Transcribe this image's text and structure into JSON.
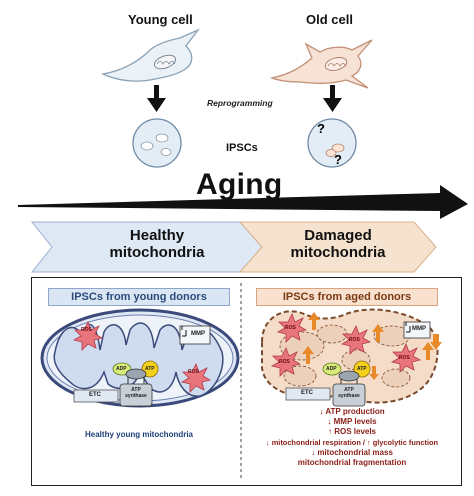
{
  "top": {
    "young_cell_label": "Young cell",
    "old_cell_label": "Old cell",
    "reprogramming_label": "Reprogramming",
    "ipscs_label": "IPSCs",
    "question_mark": "?"
  },
  "aging_label": "Aging",
  "stages": {
    "healthy": "Healthy\nmitochondria",
    "damaged": "Damaged\nmitochondria"
  },
  "young_panel": {
    "header": "IPSCs from young donors",
    "ros": "ROS",
    "mmp": "MMP",
    "adp": "ADP",
    "atp": "ATP",
    "etc": "ETC",
    "atp_synthase": "ATP\nsynthase",
    "caption": "Healthy young mitochondria"
  },
  "old_panel": {
    "header": "IPSCs from aged donors",
    "ros": "ROS",
    "mmp": "MMP",
    "adp": "ADP",
    "atp": "ATP",
    "etc": "ETC",
    "atp_synthase": "ATP\nsynthase",
    "effects": [
      "↓ ATP production",
      "↓ MMP levels",
      "↑ ROS levels",
      "↓ mitochondrial respiration / ↑ glycolytic function",
      "↓ mitochondrial mass",
      "mitochondrial fragmentation"
    ]
  },
  "colors": {
    "young_header_bg": "#dbe6f4",
    "old_header_bg": "#f8e1cf",
    "effects_text": "#8a1e16",
    "ros_fill": "#e8747c",
    "atp_fill": "#f4d21c",
    "adp_fill": "#d9ec7a"
  }
}
